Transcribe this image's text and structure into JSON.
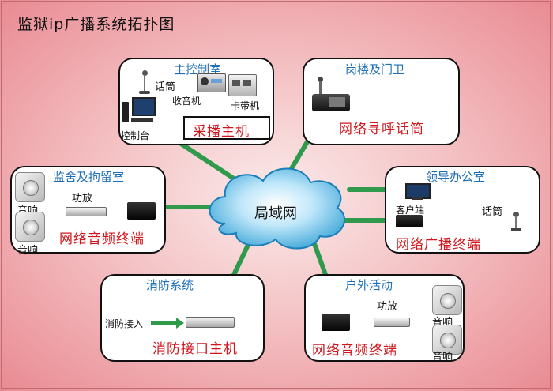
{
  "title": "监狱ip广播系统拓扑图",
  "network_label": "局域网",
  "colors": {
    "link": "#2f9a4c",
    "panel_title": "#1f6fb5",
    "red_label": "#d0161c"
  },
  "main_control": {
    "title": "主控制室",
    "mic_label": "话筒",
    "receiver_label": "收音机",
    "tape_label": "卡带机",
    "console_label": "控制台",
    "host_label": "采播主机"
  },
  "guard": {
    "title": "岗楼及门卫",
    "device_label": "网络寻呼话筒"
  },
  "cells": {
    "title": "监舍及拘留室",
    "speaker_label_1": "音响",
    "speaker_label_2": "音响",
    "amp_label": "功放",
    "device_label": "网络音频终端"
  },
  "leader": {
    "title": "领导办公室",
    "client_label": "客户端",
    "mic_label": "话筒",
    "device_label": "网络广播终端"
  },
  "fire": {
    "title": "消防系统",
    "input_label": "消防接入",
    "device_label": "消防接口主机"
  },
  "outdoor": {
    "title": "户外活动",
    "amp_label": "功放",
    "speaker_label_1": "音响",
    "speaker_label_2": "音响",
    "device_label": "网络音频终端"
  }
}
